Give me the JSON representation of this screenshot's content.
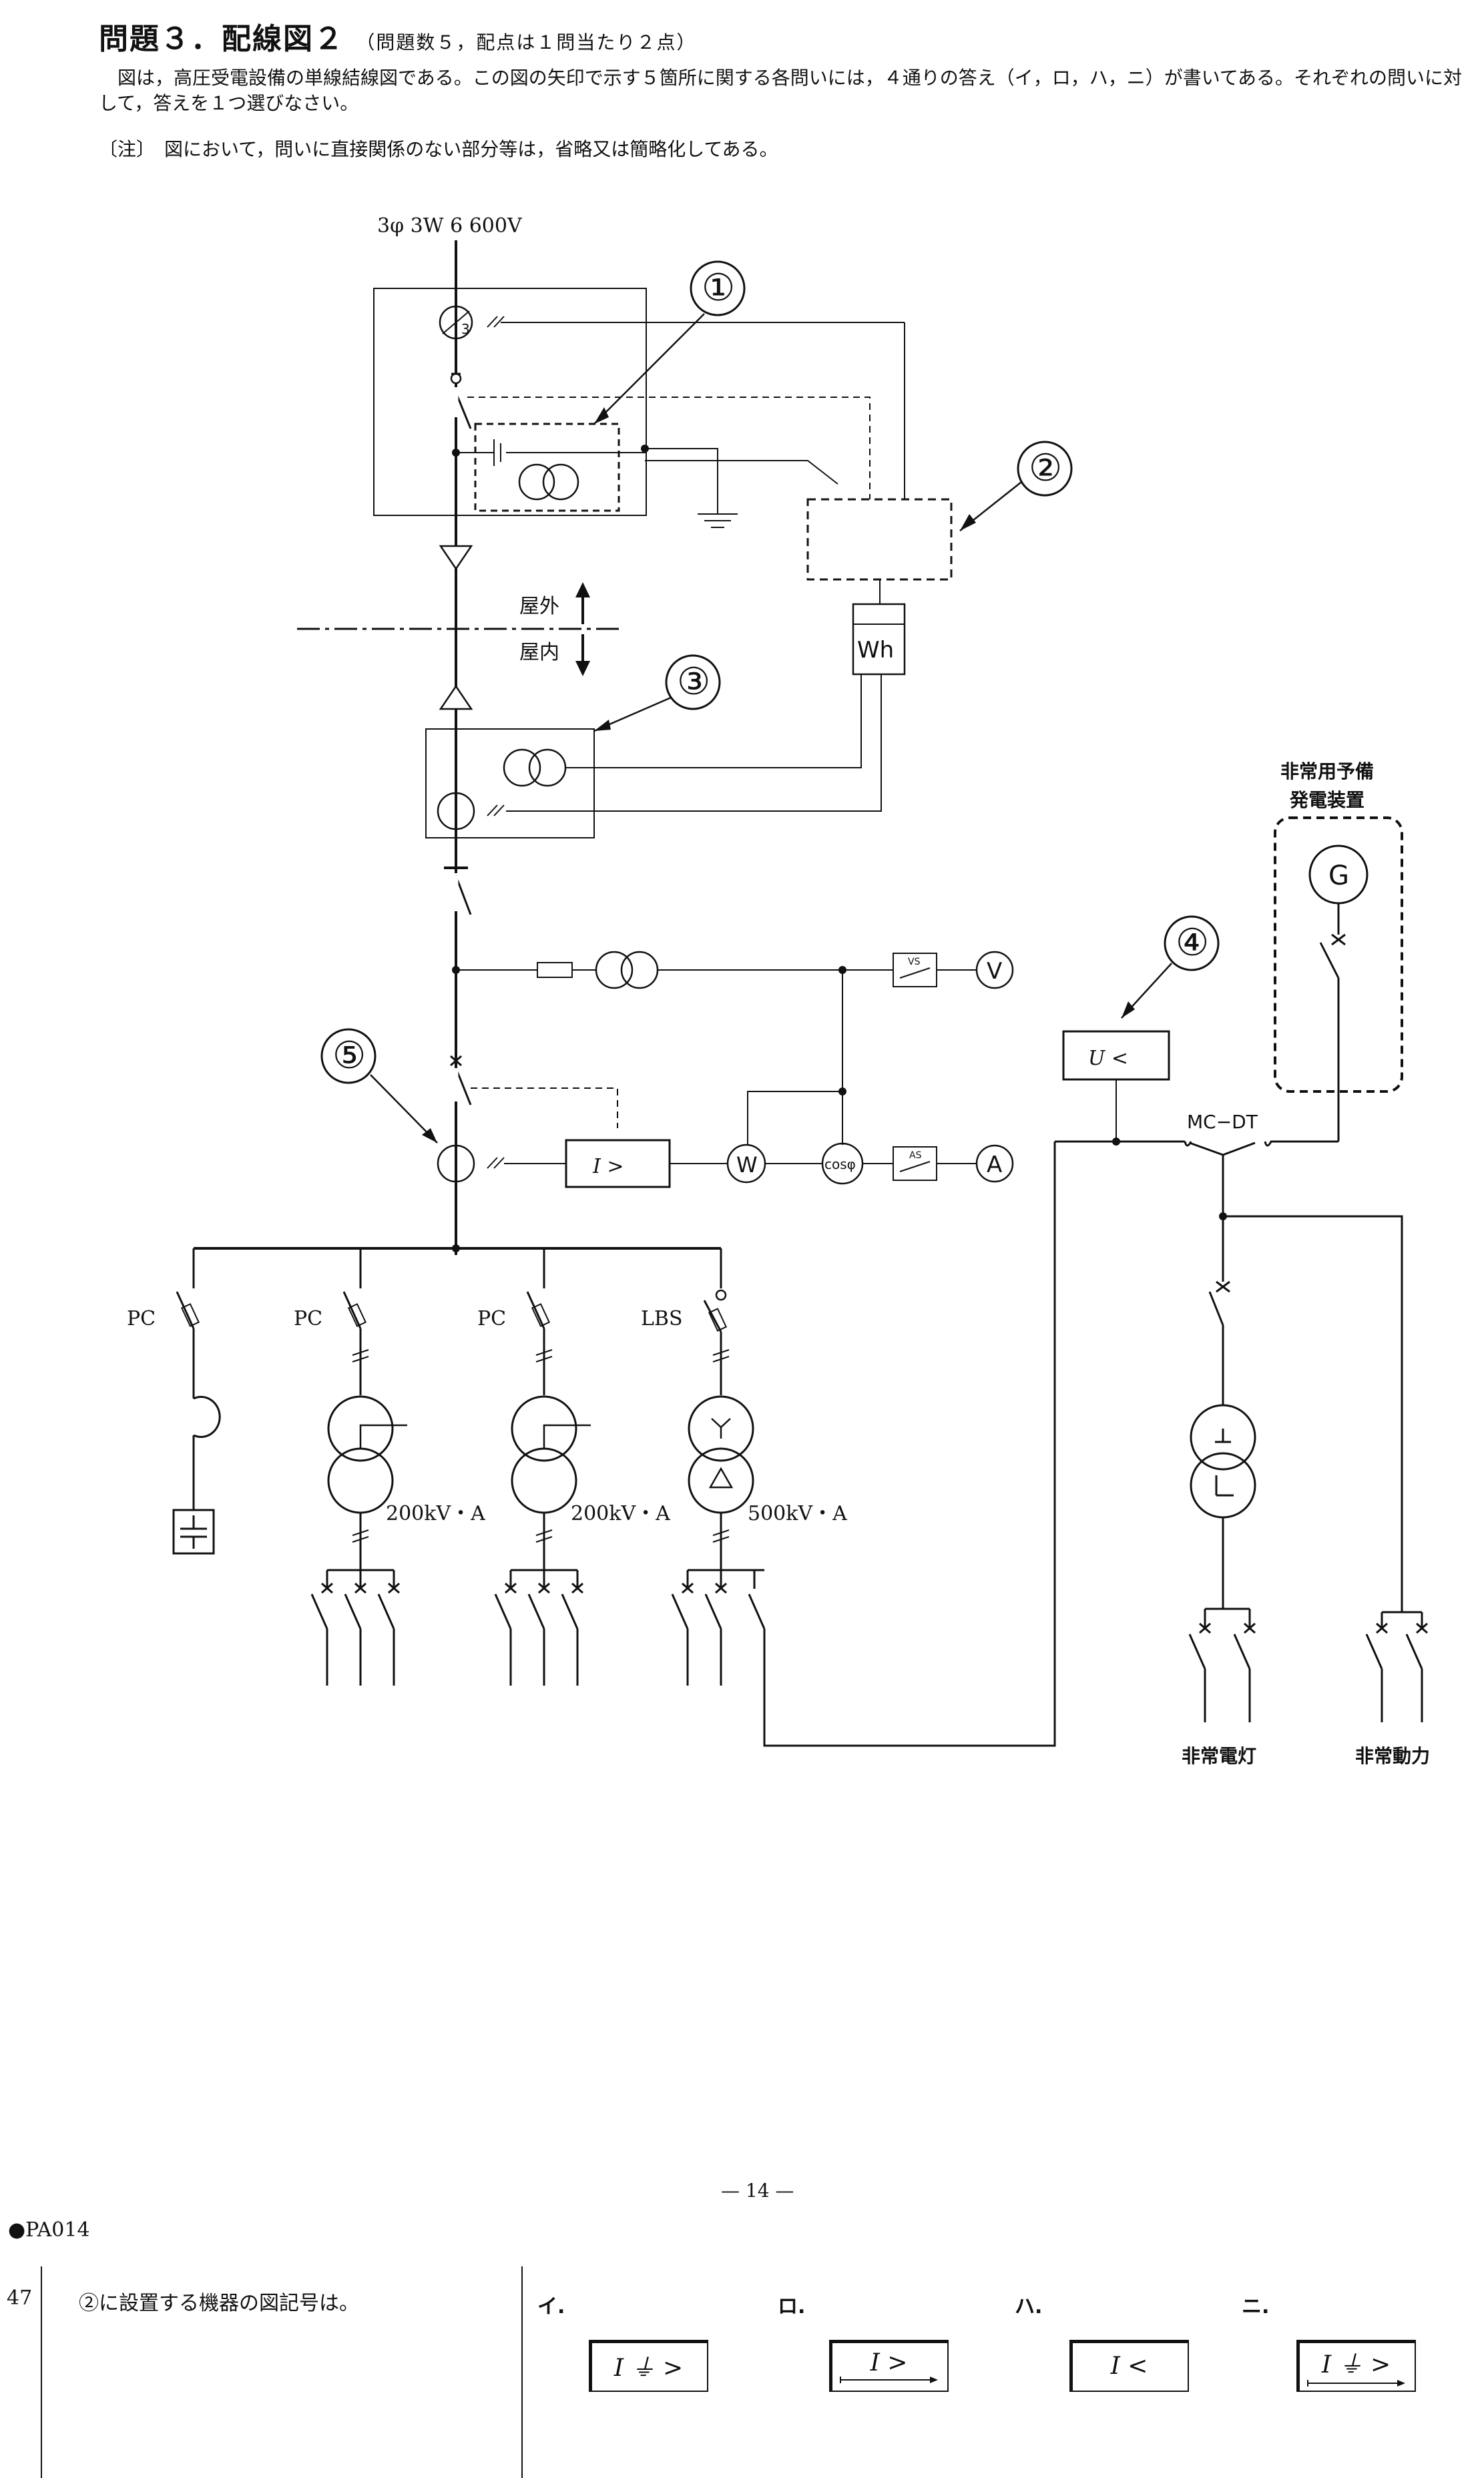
{
  "header": {
    "title": "問題３．配線図２",
    "subtitle": "（問題数５，配点は１問当たり２点）"
  },
  "instructions": {
    "paragraph1": "図は，高圧受電設備の単線結線図である。この図の矢印で示す５箇所に関する各問いには，４通りの答え（イ，ロ，ハ，ニ）が書いてある。それぞれの問いに対して，答えを１つ選びなさい。",
    "note": "〔注〕　図において，問いに直接関係のない部分等は，省略又は簡略化してある。"
  },
  "diagram": {
    "supply": "3φ 3W  6 600V",
    "markers": [
      "①",
      "②",
      "③",
      "④",
      "⑤"
    ],
    "outdoor": "屋外",
    "indoor": "屋内",
    "wh": "Wh",
    "ocr": "I >",
    "uvr": "U <",
    "vs": "VS",
    "as": "AS",
    "voltmeter": "V",
    "ammeter": "A",
    "wattmeter": "W",
    "pf": "cosφ",
    "generator": "G",
    "generator_label_1": "非常用予備",
    "generator_label_2": "発電装置",
    "mcdt": "MC−DT",
    "pc": "PC",
    "lbs": "LBS",
    "kva_1": "200kV・A",
    "kva_2": "200kV・A",
    "kva_3": "500kV・A",
    "emergency_light": "非常電灯",
    "emergency_power": "非常動力",
    "ct_ratio": "3"
  },
  "footer": {
    "page_number": "— 14 —",
    "code": "●PA014"
  },
  "question": {
    "number": "47",
    "text": "②に設置する機器の図記号は。",
    "options": [
      {
        "label": "イ.",
        "symbol": "I ⏚ >"
      },
      {
        "label": "ロ.",
        "symbol": "I  >"
      },
      {
        "label": "ハ.",
        "symbol": "I  <"
      },
      {
        "label": "ニ.",
        "symbol": "I ⏚ >"
      }
    ]
  }
}
